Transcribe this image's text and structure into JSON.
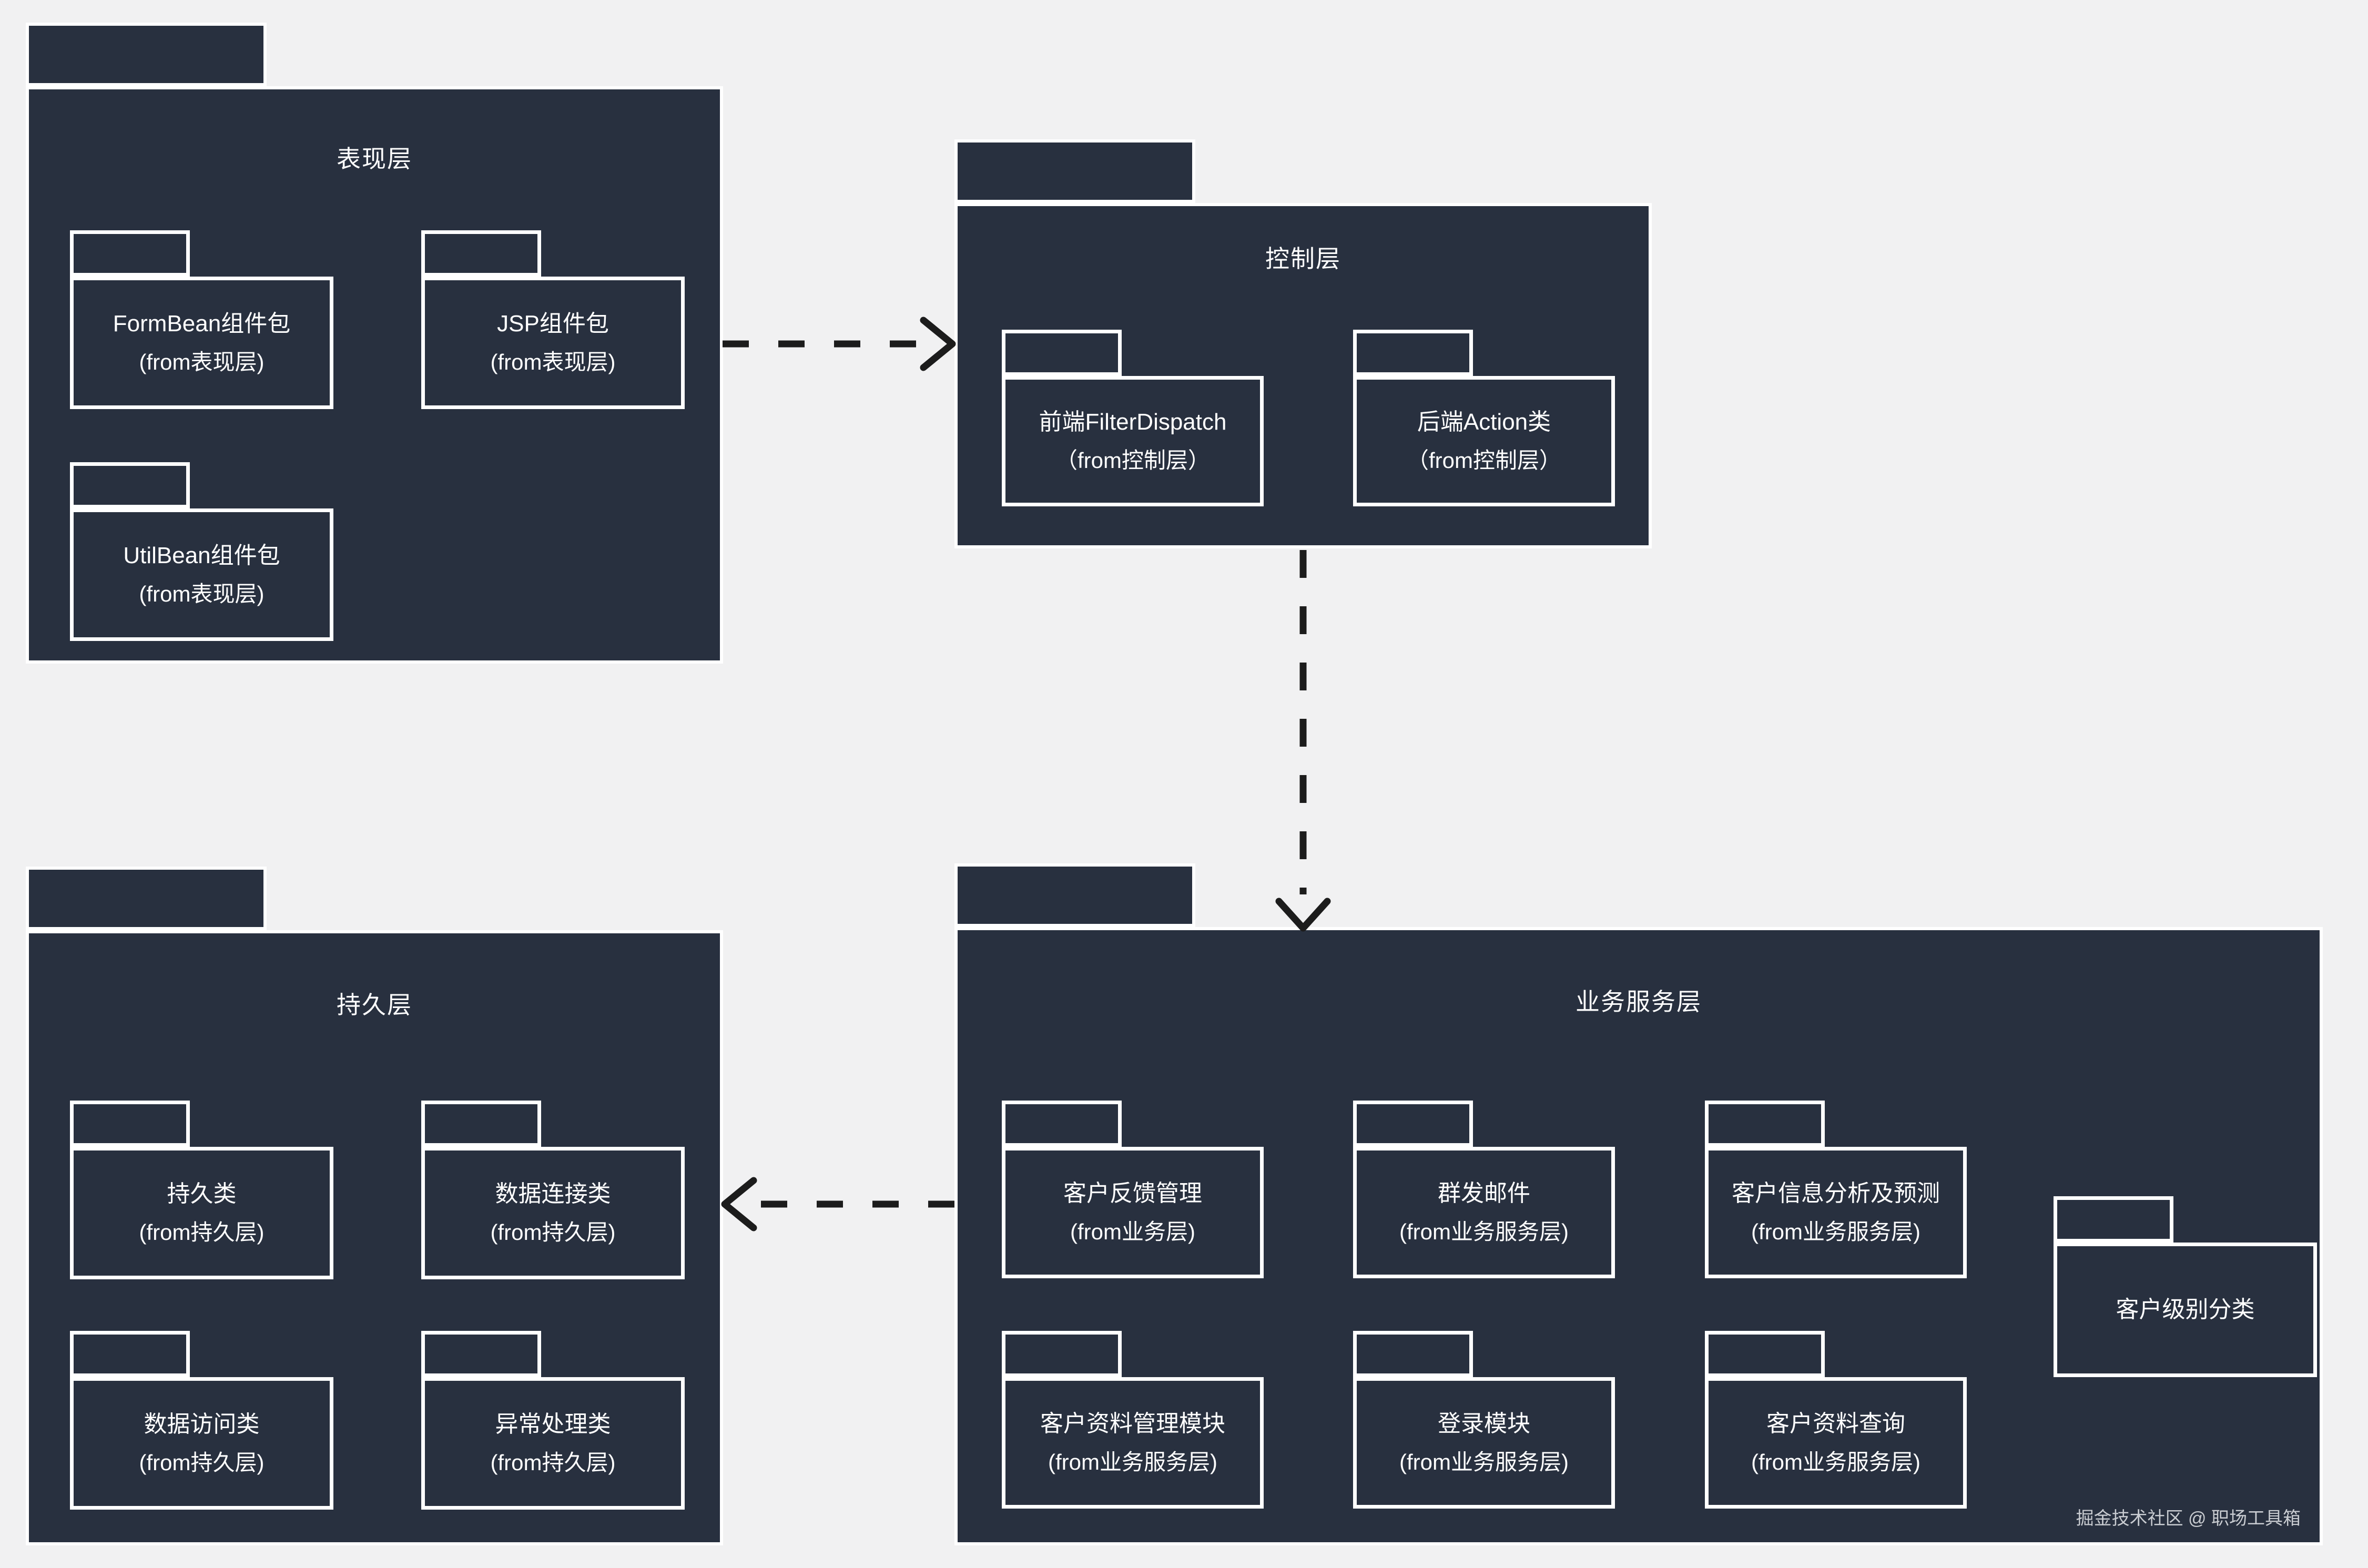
{
  "colors": {
    "background": "#f1f1f2",
    "package_fill": "#28303f",
    "border": "#ffffff",
    "arrow": "#1c1c1c",
    "watermark_text": "#c9ccd1"
  },
  "layers": {
    "presentation": {
      "title": "表现层",
      "boxes": [
        {
          "name": "FormBean组件包",
          "from": "(from表现层)"
        },
        {
          "name": "JSP组件包",
          "from": "(from表现层)"
        },
        {
          "name": "UtilBean组件包",
          "from": "(from表现层)"
        }
      ]
    },
    "control": {
      "title": "控制层",
      "boxes": [
        {
          "name": "前端FilterDispatch",
          "from": "（from控制层）"
        },
        {
          "name": "后端Action类",
          "from": "（from控制层）"
        }
      ]
    },
    "persistence": {
      "title": "持久层",
      "boxes": [
        {
          "name": "持久类",
          "from": "(from持久层)"
        },
        {
          "name": "数据连接类",
          "from": "(from持久层)"
        },
        {
          "name": "数据访问类",
          "from": "(from持久层)"
        },
        {
          "name": "异常处理类",
          "from": "(from持久层)"
        }
      ]
    },
    "business": {
      "title": "业务服务层",
      "boxes": [
        {
          "name": "客户反馈管理",
          "from": "(from业务层)"
        },
        {
          "name": "群发邮件",
          "from": "(from业务服务层)"
        },
        {
          "name": "客户信息分析及预测",
          "from": "(from业务服务层)"
        },
        {
          "name": "客户资料管理模块",
          "from": "(from业务服务层)"
        },
        {
          "name": "登录模块",
          "from": "(from业务服务层)"
        },
        {
          "name": "客户资料查询",
          "from": "(from业务服务层)"
        }
      ],
      "standalone_box": {
        "name": "客户级别分类"
      }
    }
  },
  "connections": [
    {
      "from": "表现层",
      "to": "控制层",
      "style": "dashed-open-arrow",
      "direction": "right"
    },
    {
      "from": "控制层",
      "to": "业务服务层",
      "style": "dashed-open-arrow",
      "direction": "down"
    },
    {
      "from": "业务服务层",
      "to": "持久层",
      "style": "dashed-open-arrow",
      "direction": "left"
    }
  ],
  "watermark": "掘金技术社区 @ 职场工具箱"
}
